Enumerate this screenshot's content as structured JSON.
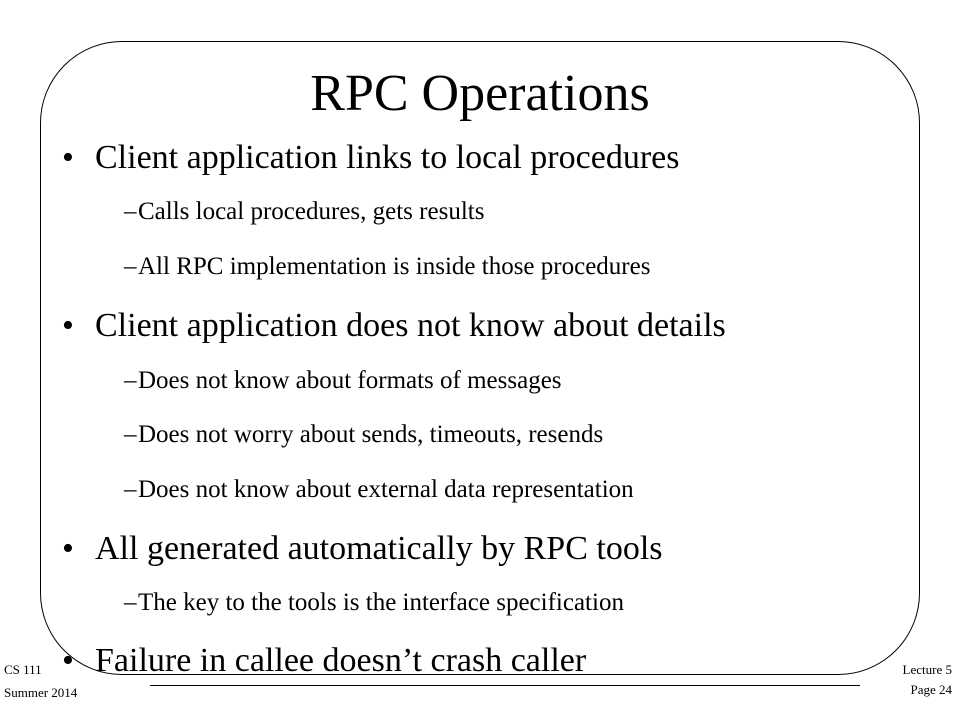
{
  "slide": {
    "title": "RPC Operations",
    "bullets": [
      {
        "text": "Client application links to local procedures",
        "subs": [
          "Calls local procedures, gets results",
          "All RPC implementation is inside those procedures"
        ]
      },
      {
        "text": "Client application does not know about details",
        "subs": [
          "Does not know about formats of messages",
          "Does not worry about sends, timeouts, resends",
          "Does not know about external data representation"
        ]
      },
      {
        "text": "All generated automatically by RPC tools",
        "subs": [
          "The key to the tools is the interface specification"
        ]
      },
      {
        "text": "Failure in callee doesn’t crash caller",
        "subs": []
      }
    ],
    "bullet_marker": "•",
    "sub_marker": "–"
  },
  "footer": {
    "course": "CS 111",
    "term": "Summer 2014",
    "lecture": "Lecture 5",
    "page": "Page 24"
  }
}
